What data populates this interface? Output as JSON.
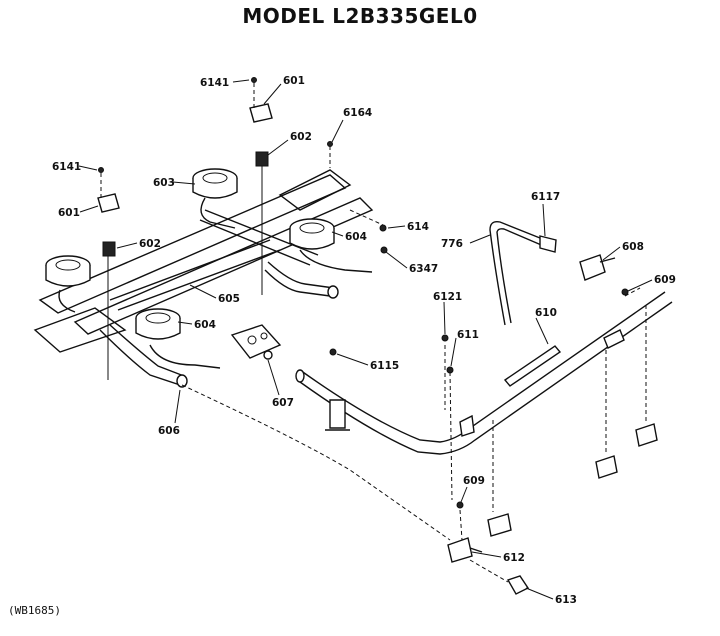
{
  "title": "MODEL L2B335GEL0",
  "catalog_number": "(WB1685)",
  "labels": {
    "p6141a": "6141",
    "p601a": "601",
    "p6164": "6164",
    "p602a": "602",
    "p6141b": "6141",
    "p603": "603",
    "p601b": "601",
    "p602b": "602",
    "p614": "614",
    "p604a": "604",
    "p6347": "6347",
    "p776": "776",
    "p6117": "6117",
    "p608": "608",
    "p609a": "609",
    "p605": "605",
    "p604b": "604",
    "p6121": "6121",
    "p611": "611",
    "p610": "610",
    "p607": "607",
    "p6115": "6115",
    "p606": "606",
    "p609b": "609",
    "p612": "612",
    "p613": "613"
  }
}
